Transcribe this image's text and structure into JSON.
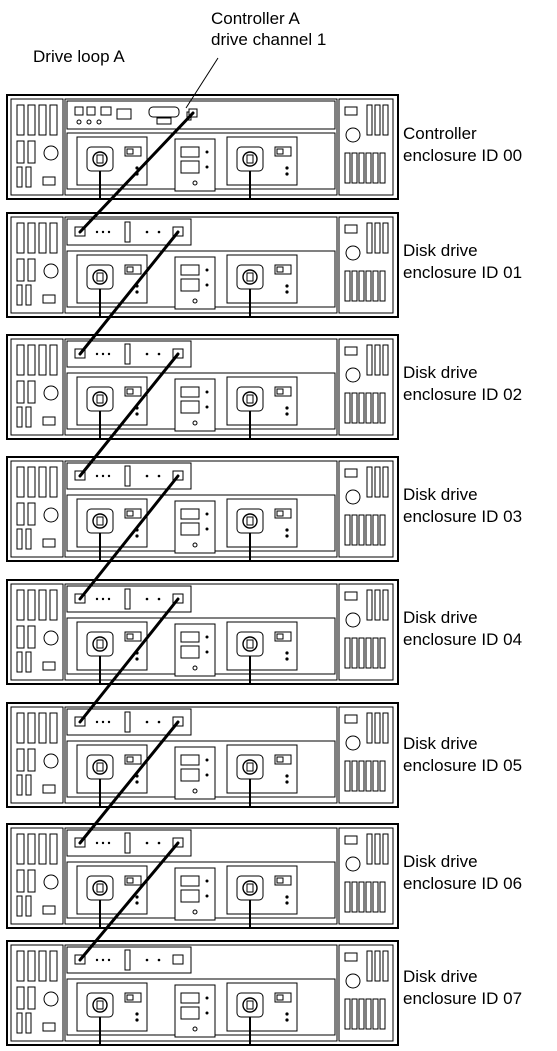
{
  "title_left": "Drive loop A",
  "callout": {
    "line1": "Controller A",
    "line2": "drive channel 1"
  },
  "enclosures": [
    {
      "line1": "Controller",
      "line2": "enclosure ID 00",
      "kind": "controller"
    },
    {
      "line1": "Disk drive",
      "line2": "enclosure ID 01",
      "kind": "drive"
    },
    {
      "line1": "Disk drive",
      "line2": "enclosure ID 02",
      "kind": "drive"
    },
    {
      "line1": "Disk drive",
      "line2": "enclosure ID 03",
      "kind": "drive"
    },
    {
      "line1": "Disk drive",
      "line2": "enclosure ID 04",
      "kind": "drive"
    },
    {
      "line1": "Disk drive",
      "line2": "enclosure ID 05",
      "kind": "drive"
    },
    {
      "line1": "Disk drive",
      "line2": "enclosure ID 06",
      "kind": "drive"
    },
    {
      "line1": "Disk drive",
      "line2": "enclosure ID 07",
      "kind": "drive"
    }
  ],
  "colors": {
    "line": "#000000",
    "panel": "#ffffff",
    "cable": "#000000"
  }
}
